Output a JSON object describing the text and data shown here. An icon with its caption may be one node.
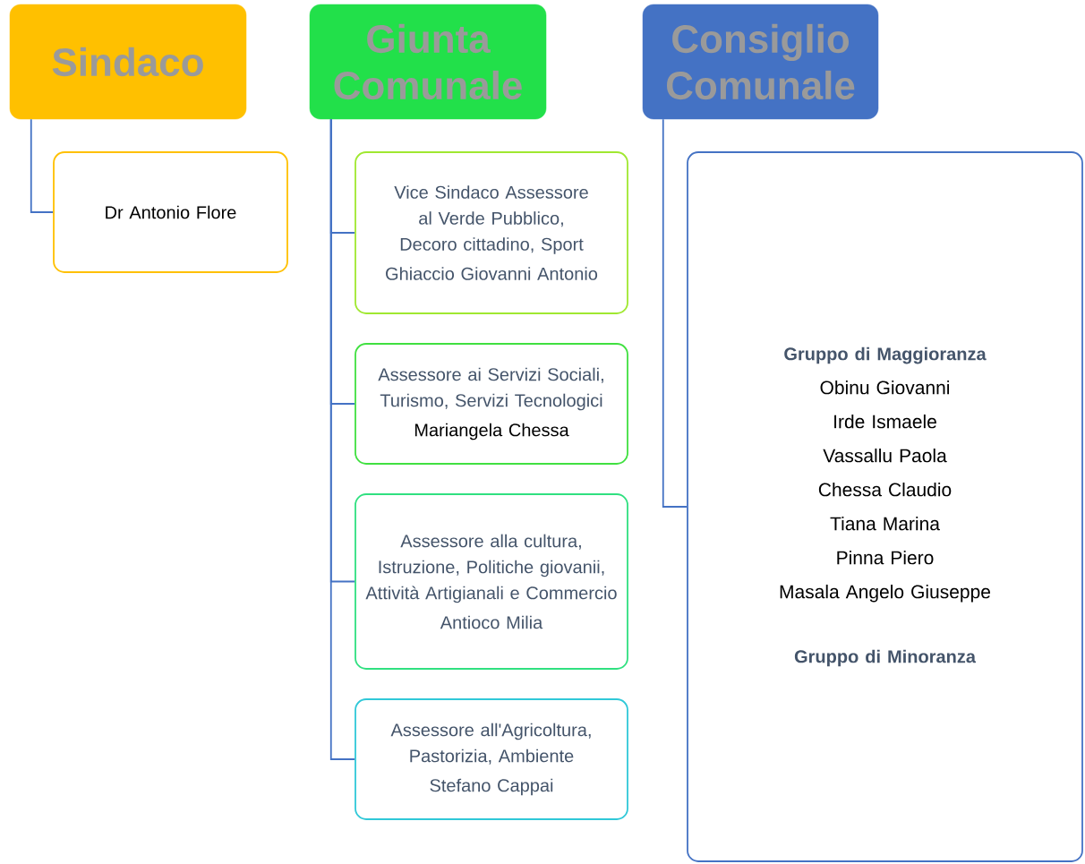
{
  "diagram": {
    "nodes": [
      {
        "text": [
          "Sindaco"
        ]
      },
      {
        "text": [
          "Giunta Comunale"
        ]
      },
      {
        "text": [
          "Consiglio Comunale"
        ]
      },
      {
        "text": [
          "Dr Antonio Flore"
        ]
      },
      {
        "text": [
          "Vice Sindaco Assessore al Verde Pubblico, Decoro cittadino, Sport",
          "Ghiaccio Giovanni Antonio"
        ]
      },
      {
        "text": [
          "Assessore ai Servizi Sociali, Turismo, Servizi Tecnologici",
          "Mariangela Chessa"
        ]
      },
      {
        "text": [
          "Assessore alla cultura, Istruzione, Politiche giovanii, Attività Artigianali e Commercio",
          "Antioco Milia"
        ]
      },
      {
        "text": [
          "Assessore all'Agricoltura, Pastorizia, Ambiente",
          "Stefano Cappai"
        ]
      },
      {
        "text": [
          "Gruppo di Maggioranza",
          "Obinu Giovanni",
          "Irde Ismaele",
          "Vassallu Paola",
          "Chessa Claudio",
          "Tiana Marina",
          "Pinna Piero",
          "Masala Angelo Giuseppe",
          "Gruppo di Minoranza"
        ]
      }
    ],
    "edges": [
      {
        "from": 0,
        "to": 3,
        "arrow": "none"
      },
      {
        "from": 1,
        "to": 4,
        "arrow": "none"
      },
      {
        "from": 1,
        "to": 5,
        "arrow": "none"
      },
      {
        "from": 1,
        "to": 6,
        "arrow": "none"
      },
      {
        "from": 1,
        "to": 7,
        "arrow": "none"
      },
      {
        "from": 2,
        "to": 8,
        "arrow": "none"
      }
    ]
  }
}
